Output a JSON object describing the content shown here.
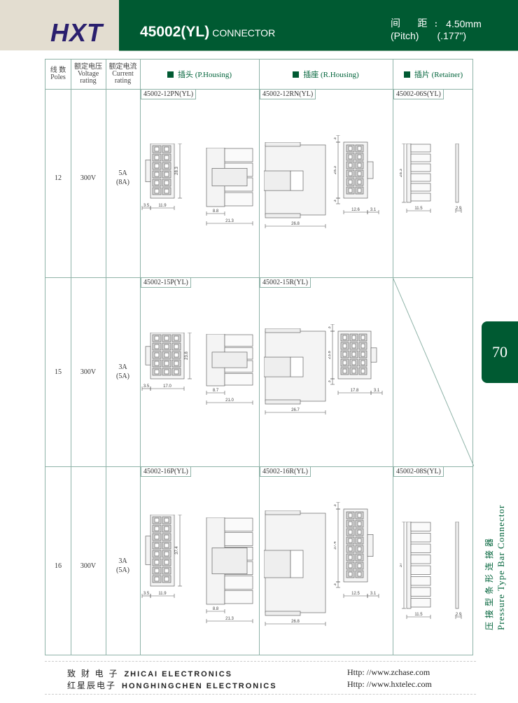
{
  "header": {
    "logo": "HXT",
    "model": "45002(YL)",
    "product_word": "CONNECTOR",
    "pitch_label_cn": "间 距:",
    "pitch_mm": "4.50mm",
    "pitch_label_en": "(Pitch)",
    "pitch_in": "(.177\")"
  },
  "table": {
    "headers": {
      "poles_cn": "线 数",
      "poles_en": "Poles",
      "voltage_cn": "额定电压",
      "voltage_en1": "Voltage",
      "voltage_en2": "rating",
      "current_cn": "额定电流",
      "current_en1": "Current",
      "current_en2": "rating",
      "p_housing": "插头 (P.Housing)",
      "r_housing": "插座 (R.Housing)",
      "retainer": "插片 (Retainer)"
    },
    "rows": [
      {
        "poles": "12",
        "voltage": "300V",
        "current": "5A",
        "current_alt": "(8A)",
        "p_part": "45002-12PN(YL)",
        "r_part": "45002-12RN(YL)",
        "s_part": "45002-06S(YL)",
        "p_dims": {
          "height": "28.3",
          "left": "3.5",
          "width": "11.9",
          "side_a": "8.8",
          "side_b": "21.3"
        },
        "r_dims": {
          "length": "26.8",
          "top": "3",
          "height": "28.3",
          "bottom": "3",
          "width": "12.6",
          "tab": "3.1"
        },
        "s_dims": {
          "height": "28.3",
          "depth": "11.5",
          "thick": "2.9"
        }
      },
      {
        "poles": "15",
        "voltage": "300V",
        "current": "3A",
        "current_alt": "(5A)",
        "p_part": "45002-15P(YL)",
        "r_part": "45002-15R(YL)",
        "s_part": "",
        "p_dims": {
          "height": "23.8",
          "left": "3.5",
          "width": "17.0",
          "side_a": "8.7",
          "side_b": "21.0"
        },
        "r_dims": {
          "length": "26.7",
          "top": "3",
          "height": "23.8",
          "bottom": "3",
          "width": "17.8",
          "tab": "3.1"
        }
      },
      {
        "poles": "16",
        "voltage": "300V",
        "current": "3A",
        "current_alt": "(5A)",
        "p_part": "45002-16P(YL)",
        "r_part": "45002-16R(YL)",
        "s_part": "45002-08S(YL)",
        "p_dims": {
          "height": "37.4",
          "left": "3.5",
          "width": "11.9",
          "side_a": "8.8",
          "side_b": "21.3"
        },
        "r_dims": {
          "length": "26.8",
          "top": "3",
          "height": "37.4",
          "bottom": "3",
          "width": "12.5",
          "tab": "3.1"
        },
        "s_dims": {
          "height": "37",
          "depth": "11.5",
          "thick": "2.9"
        }
      }
    ]
  },
  "side": {
    "page_number": "70",
    "category_cn": "压 接 型 条 形 连 接 器",
    "category_en": "Pressure Type Bar Connector"
  },
  "footer": {
    "company1_cn": "致 财 电 子",
    "company1_en": "ZHICAI ELECTRONICS",
    "company2_cn": "红星辰电子",
    "company2_en": "HONGHINGCHEN ELECTRONICS",
    "url1": "Http: //www.zchase.com",
    "url2": "Http: //www.hxtelec.com"
  }
}
